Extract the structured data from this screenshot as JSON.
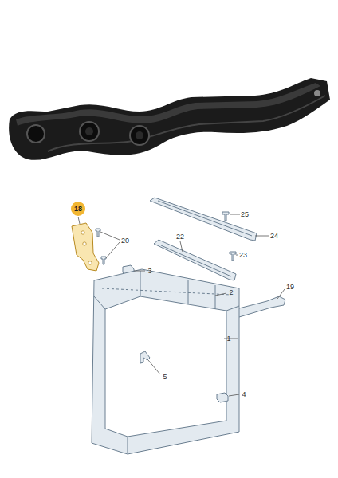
{
  "diagram": {
    "nodes": [
      {
        "text": [
          "18"
        ]
      }
    ],
    "labels": [
      "25",
      "20",
      "24",
      "22",
      "23",
      "3",
      "2",
      "19",
      "1",
      "5",
      "4"
    ]
  }
}
